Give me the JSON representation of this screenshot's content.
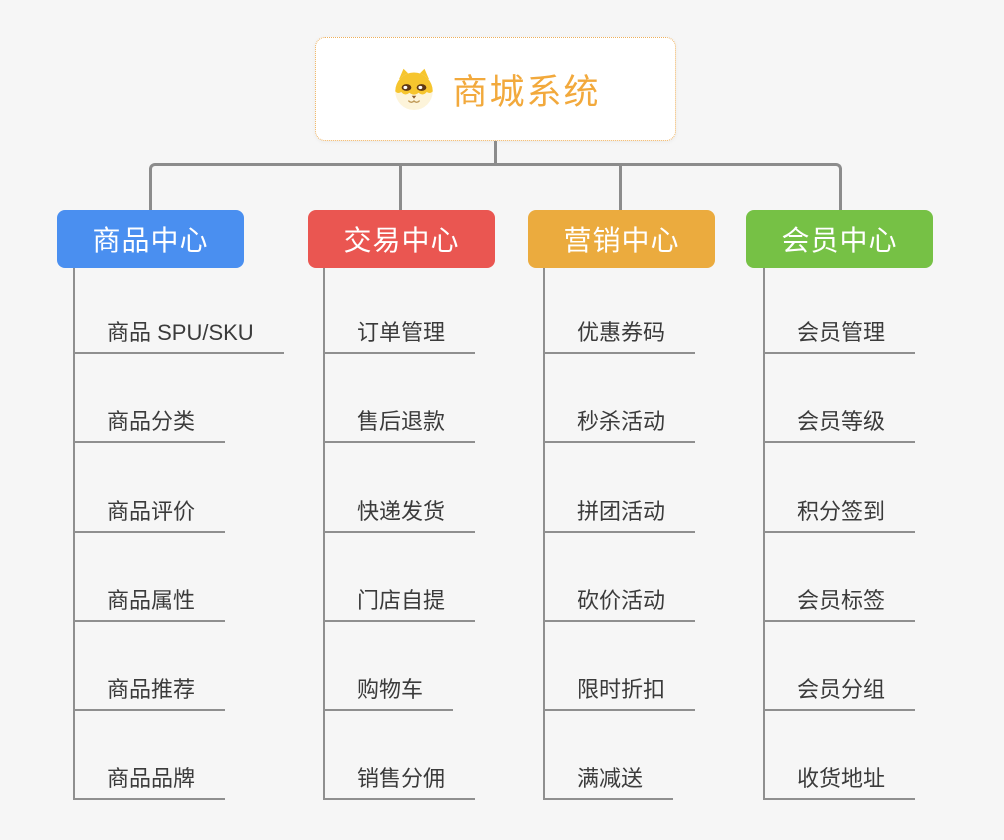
{
  "page": {
    "background": "#f6f6f6",
    "connector_color": "#8c8c8c",
    "leaf_line_color": "#8f8f8f"
  },
  "root": {
    "title": "商城系统",
    "icon": "shiba-dog-icon",
    "title_color": "#f2a93c",
    "border_color": "#eeb05c"
  },
  "branches": [
    {
      "label": "商品中心",
      "color": "#4a8ff0",
      "children": [
        "商品 SPU/SKU",
        "商品分类",
        "商品评价",
        "商品属性",
        "商品推荐",
        "商品品牌"
      ]
    },
    {
      "label": "交易中心",
      "color": "#ea5651",
      "children": [
        "订单管理",
        "售后退款",
        "快递发货",
        "门店自提",
        "购物车",
        "销售分佣"
      ]
    },
    {
      "label": "营销中心",
      "color": "#ebab3e",
      "children": [
        "优惠券码",
        "秒杀活动",
        "拼团活动",
        "砍价活动",
        "限时折扣",
        "满减送"
      ]
    },
    {
      "label": "会员中心",
      "color": "#76c145",
      "children": [
        "会员管理",
        "会员等级",
        "积分签到",
        "会员标签",
        "会员分组",
        "收货地址"
      ]
    }
  ]
}
